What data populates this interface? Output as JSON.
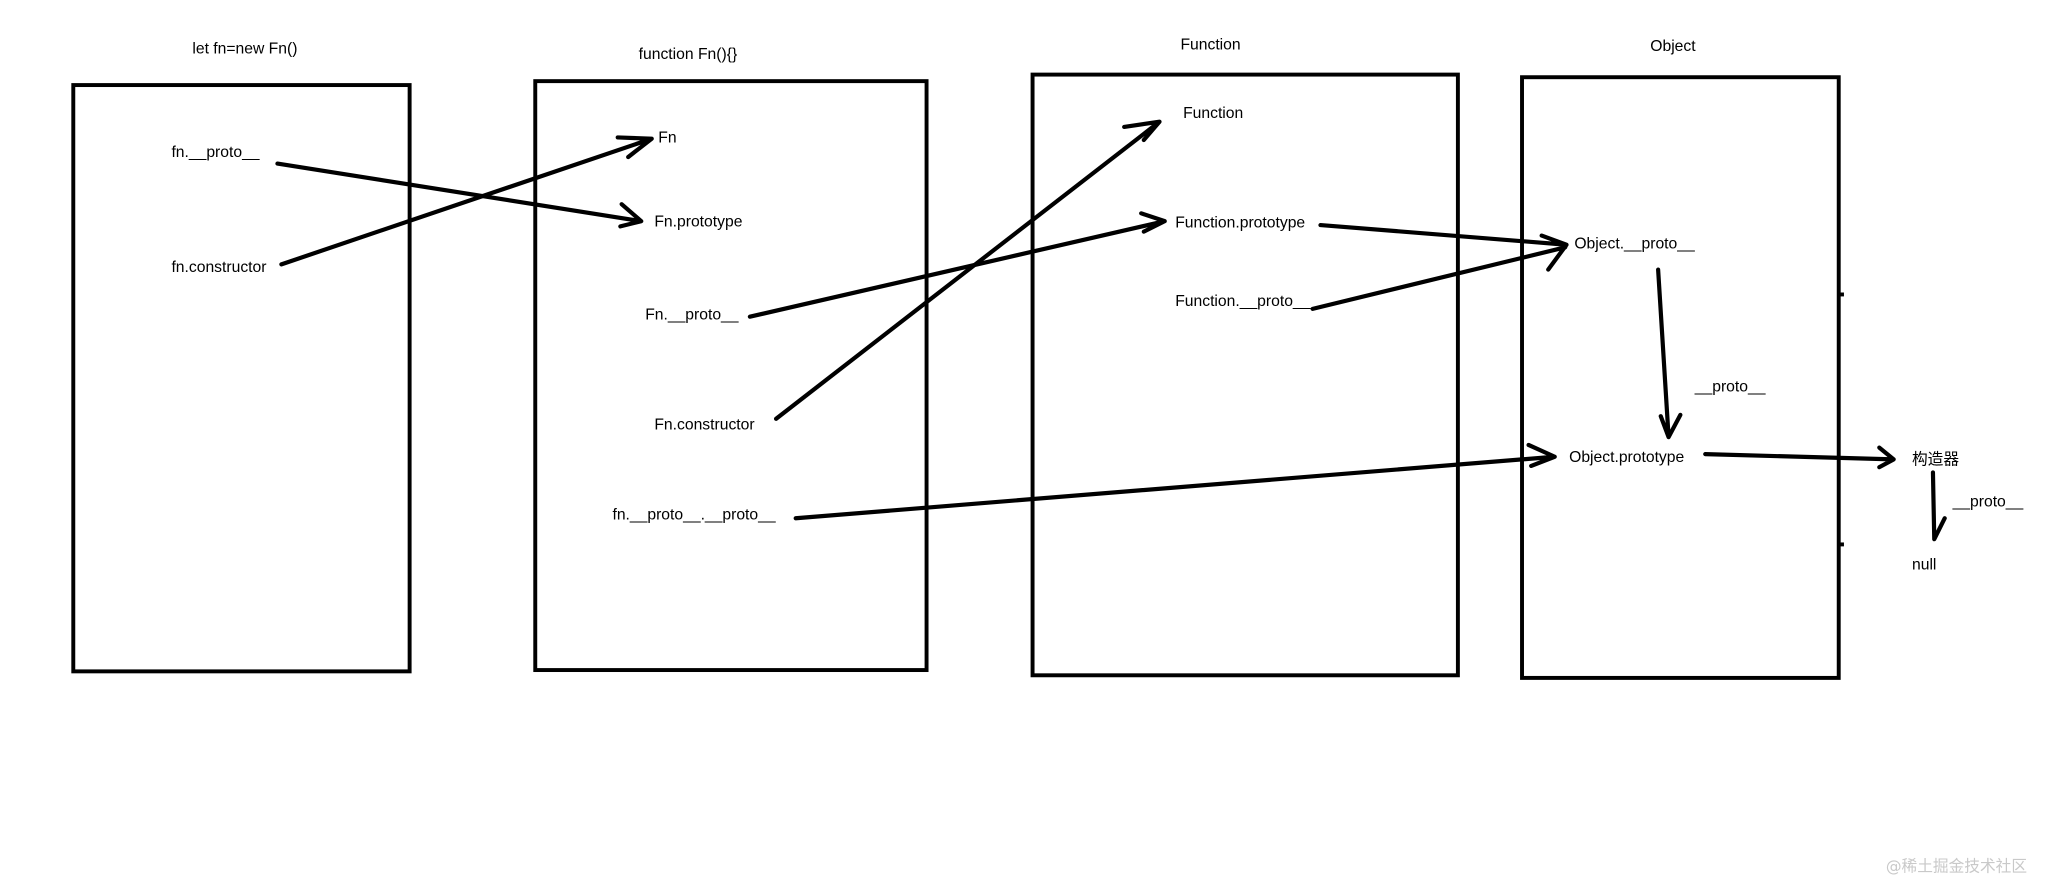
{
  "headers": {
    "instance": "let fn=new Fn()",
    "fn_decl": "function Fn(){}",
    "function": "Function",
    "object": "Object"
  },
  "labels": {
    "fn_proto": "fn.__proto__",
    "fn_constructor": "fn.constructor",
    "Fn": "Fn",
    "Fn_prototype": "Fn.prototype",
    "Fn_proto": "Fn.__proto__",
    "Fn_constructor": "Fn.constructor",
    "fn_proto_proto": "fn.__proto__.__proto__",
    "Function": "Function",
    "Function_prototype": "Function.prototype",
    "Function_proto": "Function.__proto__",
    "Object_proto": "Object.__proto__",
    "Object_prototype": "Object.prototype",
    "proto_edge": "__proto__",
    "constructor_cn": "构造器",
    "proto_edge_2": "__proto__",
    "null_label": "null"
  },
  "watermark": "@稀土掘金技术社区"
}
